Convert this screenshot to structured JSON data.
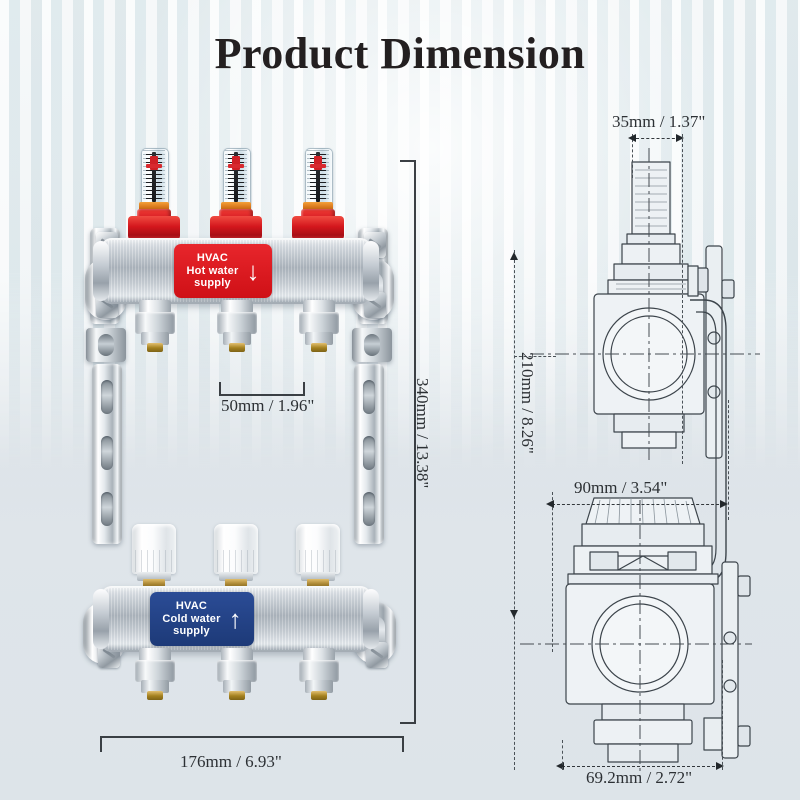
{
  "page": {
    "title": "Product Dimension"
  },
  "product": {
    "upper_manifold": {
      "label": {
        "line1": "HVAC",
        "line2": "Hot water",
        "line3": "supply",
        "arrow": "↓",
        "color": "#cf1016"
      },
      "flow_meter_count": 3,
      "outlet_count": 3
    },
    "lower_manifold": {
      "label": {
        "line1": "HVAC",
        "line2": "Cold water",
        "line3": "supply",
        "arrow": "↑",
        "color": "#1d3a78"
      },
      "valve_cap_count": 3,
      "outlet_count": 3
    }
  },
  "dimensions": {
    "outlet_spacing": "50mm / 1.96\"",
    "overall_height": "340mm / 13.38\"",
    "overall_width": "176mm / 6.93\"",
    "valve_top_width": "35mm / 1.37\"",
    "manifold_center_height": "210mm / 8.26\"",
    "depth_upper": "90mm / 3.54\"",
    "depth_lower": "69.2mm / 2.72\""
  }
}
